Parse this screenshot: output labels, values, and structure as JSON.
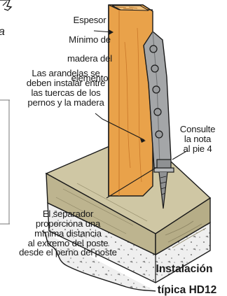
{
  "callouts": {
    "top_line1": "Espesor",
    "top_line2": "Mínimo de",
    "top_line3": "madera del",
    "top_line4": "elemento",
    "washer": "Las arandelas se\ndeben instalar entre\nlas tuercas de los\npernos y la madera",
    "note": "Consulte\nla nota\nal pie 4",
    "spacer": "El separador\nproporciona una\nmínima distancia\nal extremo del poste\ndesde el perno del poste"
  },
  "caption": {
    "line1": "Instalación",
    "line2": "típica HD12"
  },
  "colors": {
    "post": "#e9a24a",
    "post_dark": "#c9782a",
    "sill": "#cfc7a4",
    "concrete": "#eeeeee",
    "metal": "#a4a6a8",
    "outline": "#1a1a1a"
  }
}
